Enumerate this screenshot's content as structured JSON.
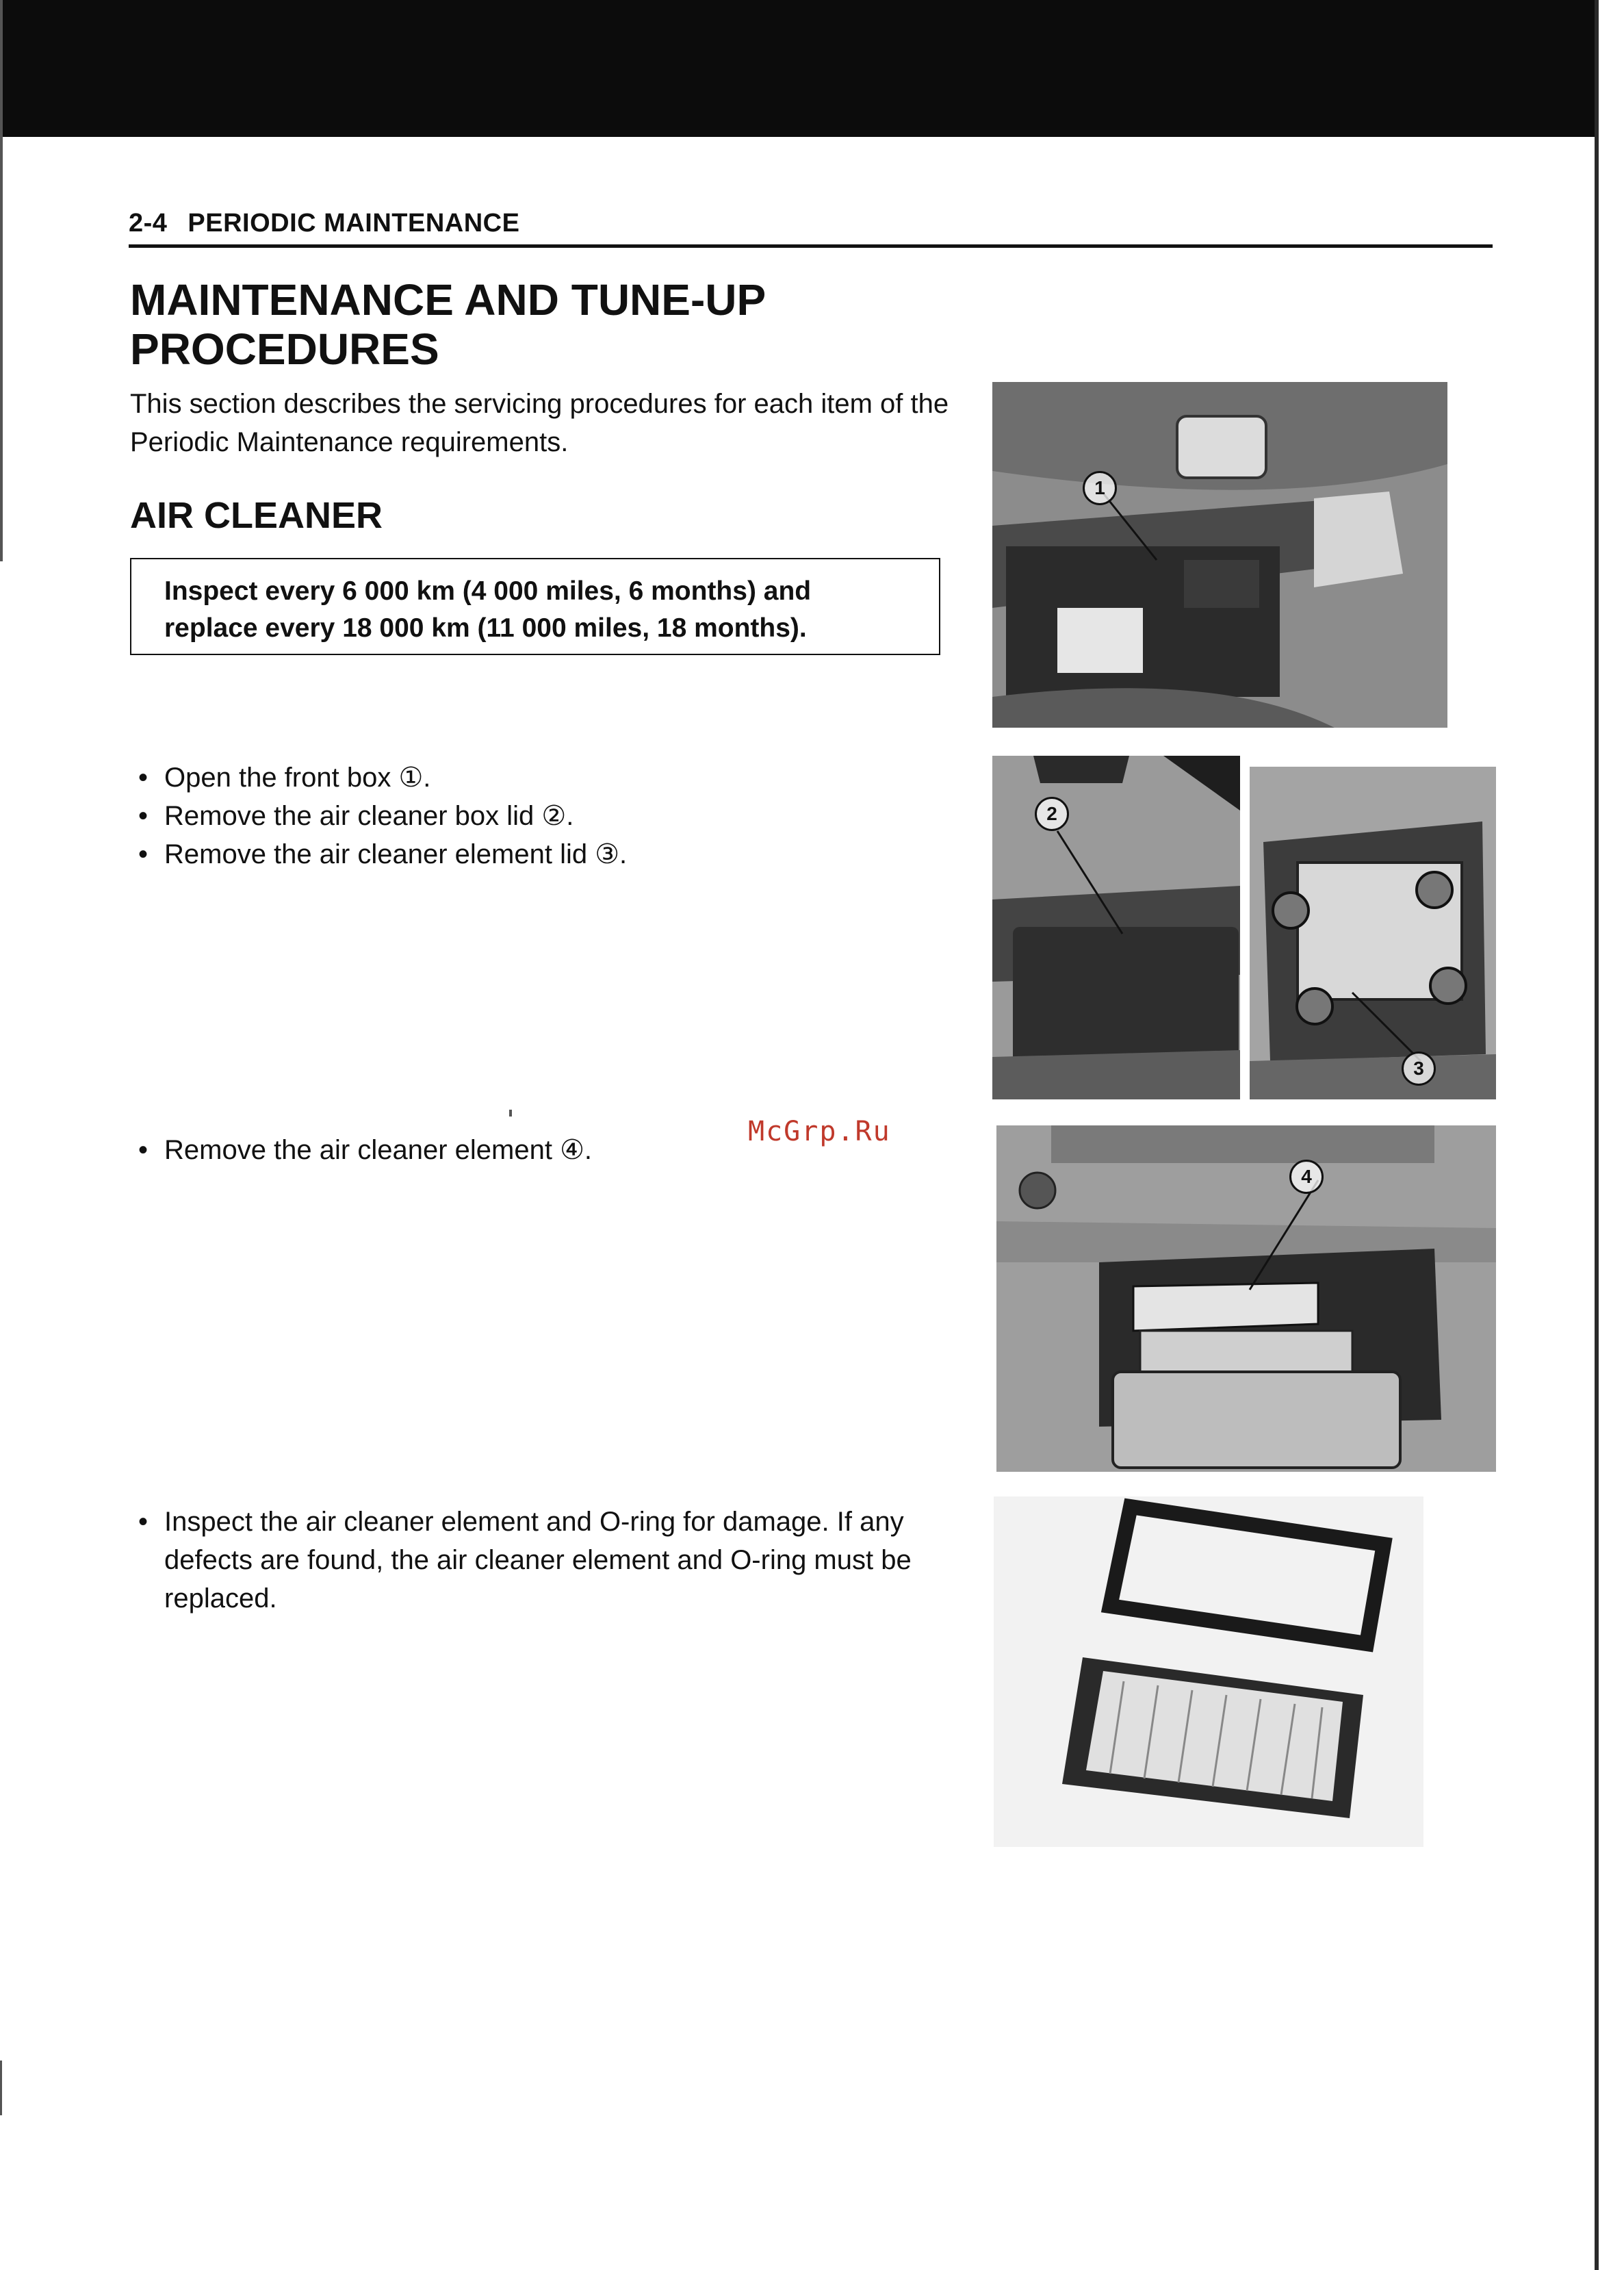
{
  "header": {
    "page_number": "2-4",
    "section_name": "PERIODIC MAINTENANCE"
  },
  "title": "MAINTENANCE AND TUNE-UP PROCEDURES",
  "intro": "This section describes the servicing procedures for each item of the Periodic Maintenance requirements.",
  "section": {
    "title": "AIR CLEANER"
  },
  "note": "Inspect every 6 000 km (4 000 miles, 6 months) and replace every 18 000 km (11 000 miles, 18 months).",
  "steps_group1": [
    "Open the front box ①.",
    "Remove the air cleaner box lid ②.",
    "Remove the air cleaner element lid ③."
  ],
  "steps_group2": [
    "Remove the air cleaner element ④."
  ],
  "steps_group3": [
    "Inspect the air cleaner element and O-ring for damage. If any defects are found, the air cleaner element and O-ring must be replaced."
  ],
  "watermark": "McGrp.Ru",
  "callouts": {
    "c1": "1",
    "c2": "2",
    "c3": "3",
    "c4": "4"
  },
  "icons": {
    "bullet": "bullet-dot-icon",
    "callout": "circled-number-icon"
  },
  "colors": {
    "header_bar": "#0c0c0c",
    "watermark": "#c0392b",
    "text": "#111111"
  }
}
